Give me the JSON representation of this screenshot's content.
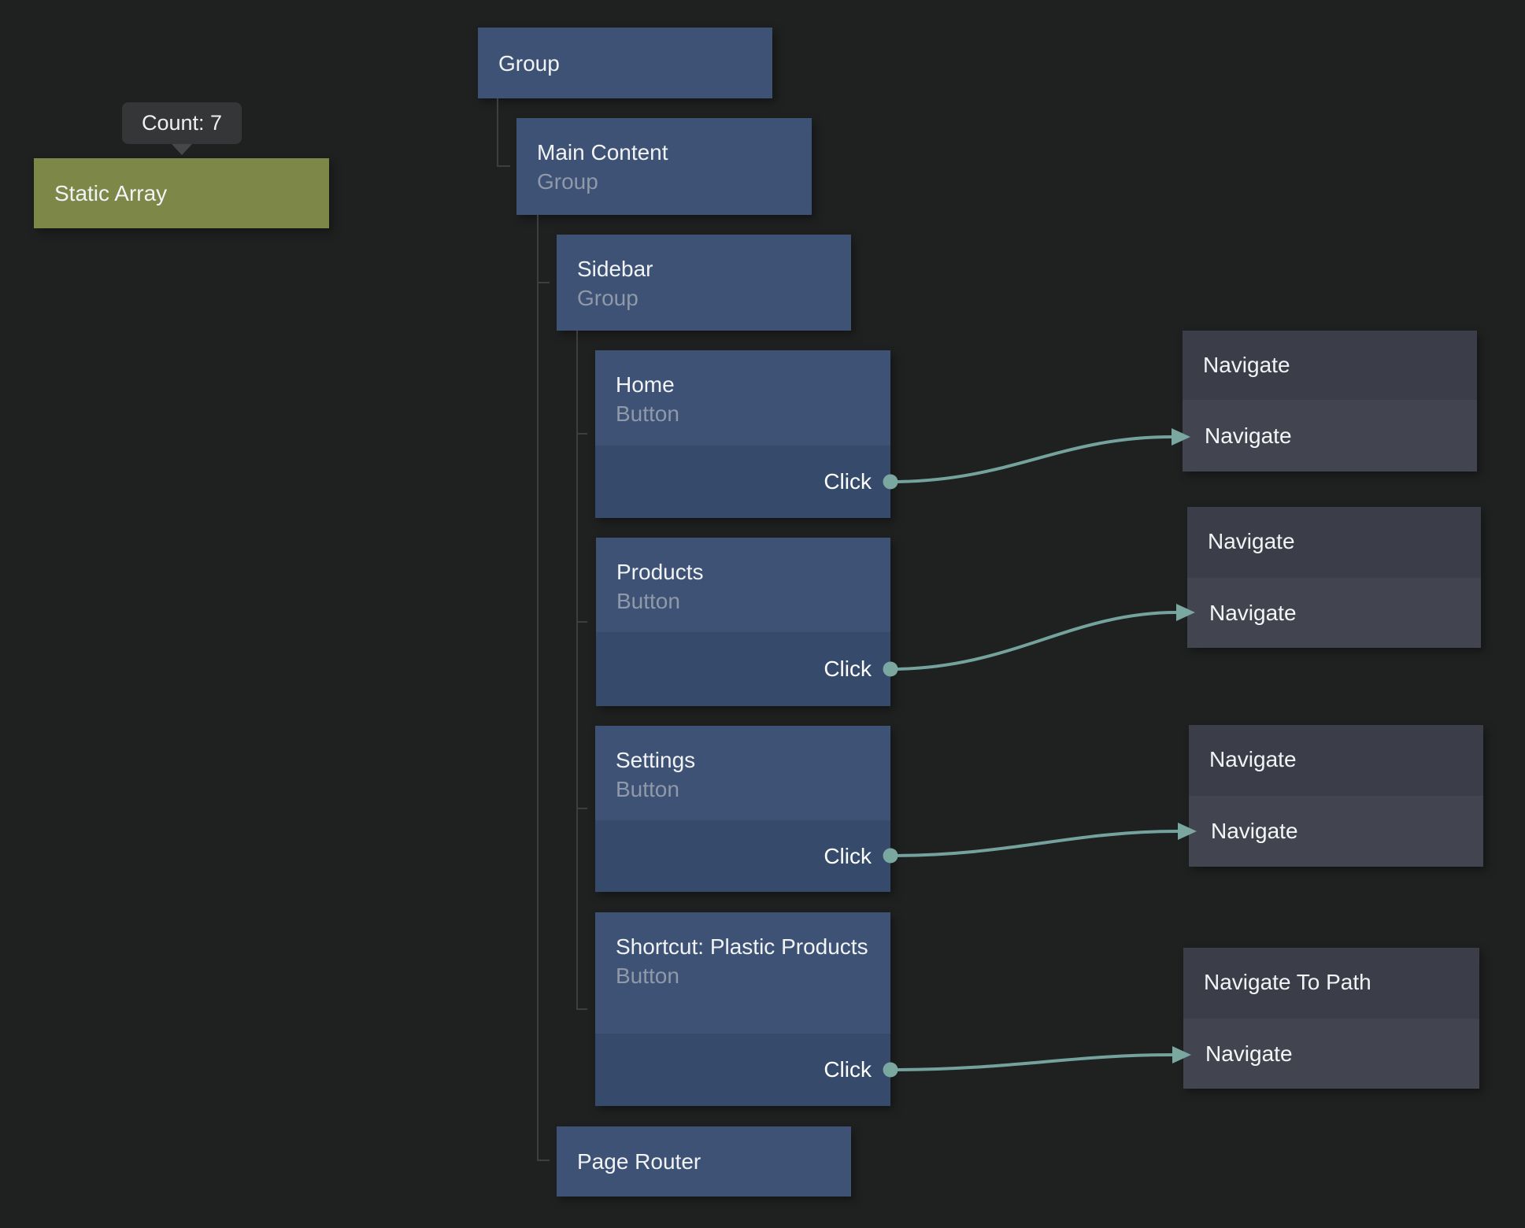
{
  "canvas": {
    "background": "#1f2020"
  },
  "tooltip": {
    "text": "Count: 7"
  },
  "colors": {
    "node_blue_header": "#3d5274",
    "node_blue_body": "#364a6b",
    "node_olive": "#7d8748",
    "node_gray_header": "#3b3e49",
    "node_gray_body": "#42454f",
    "wire_teal": "#74a39d",
    "port_teal": "#7ba7a1",
    "tree_line": "#3d3e3e",
    "title_text": "#f1f3f5",
    "subtitle_text": "#8f99a9",
    "tooltip_bg": "#343638"
  },
  "nodes": {
    "static_array": {
      "title": "Static Array"
    },
    "group": {
      "title": "Group"
    },
    "main_content": {
      "title": "Main Content",
      "subtitle": "Group"
    },
    "sidebar": {
      "title": "Sidebar",
      "subtitle": "Group"
    },
    "home": {
      "title": "Home",
      "subtitle": "Button",
      "output": "Click"
    },
    "products": {
      "title": "Products",
      "subtitle": "Button",
      "output": "Click"
    },
    "settings": {
      "title": "Settings",
      "subtitle": "Button",
      "output": "Click"
    },
    "shortcut_plastic_products": {
      "title": "Shortcut: Plastic Products",
      "subtitle": "Button",
      "output": "Click"
    },
    "page_router": {
      "title": "Page Router"
    },
    "navigate_1": {
      "title": "Navigate",
      "input": "Navigate"
    },
    "navigate_2": {
      "title": "Navigate",
      "input": "Navigate"
    },
    "navigate_3": {
      "title": "Navigate",
      "input": "Navigate"
    },
    "navigate_to_path": {
      "title": "Navigate To Path",
      "input": "Navigate"
    }
  }
}
